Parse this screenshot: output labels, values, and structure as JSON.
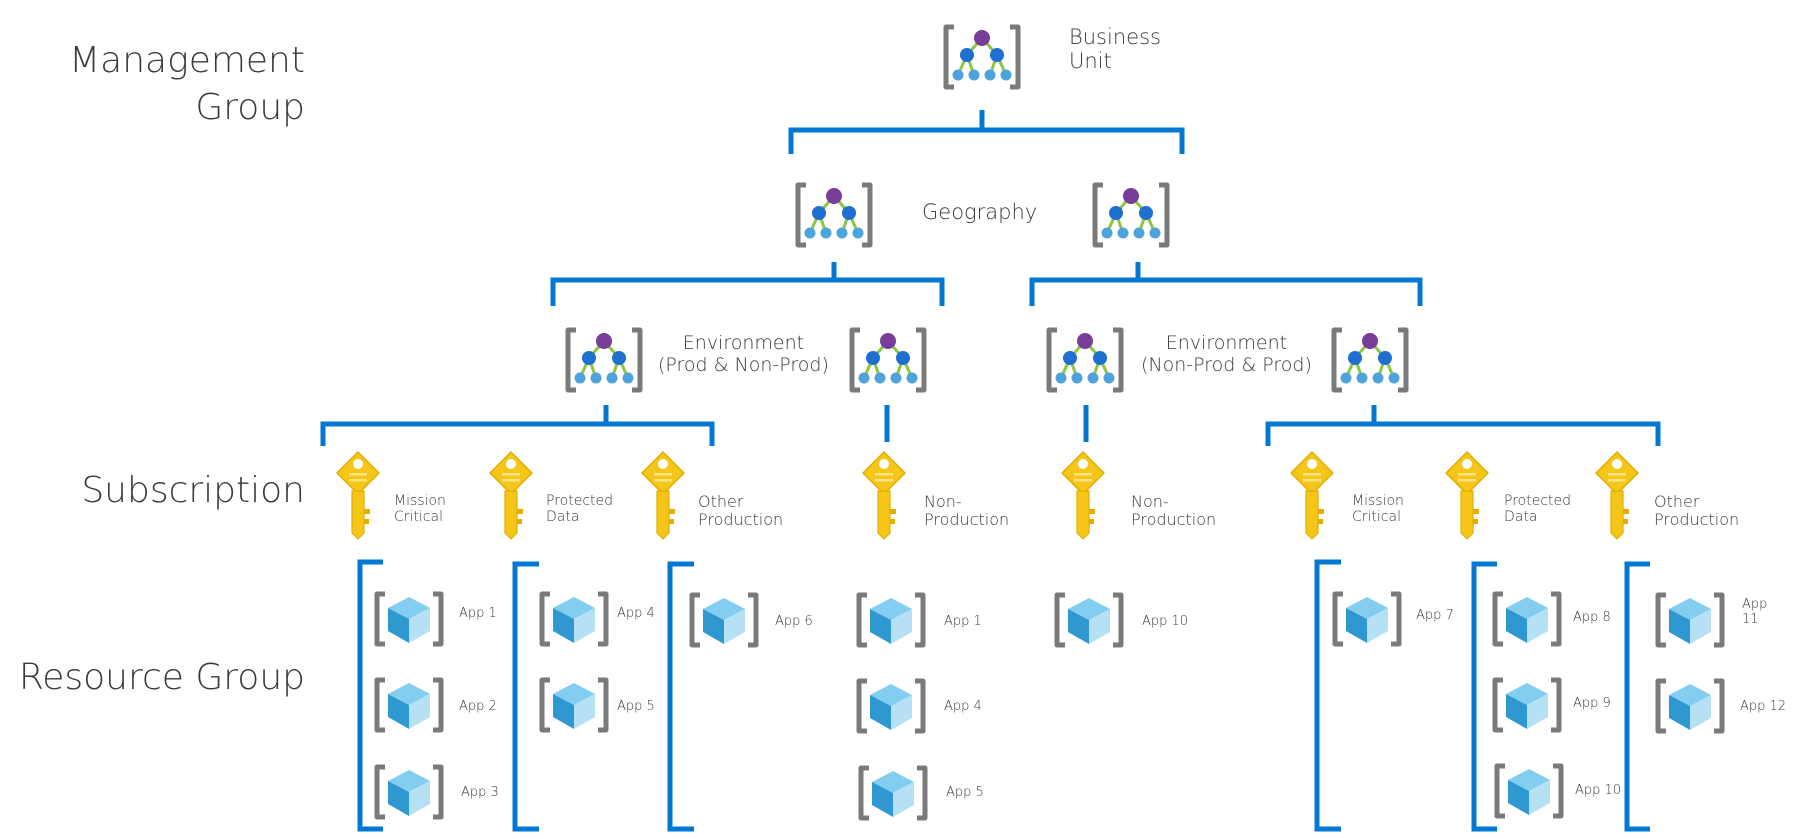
{
  "levels": {
    "management_group": [
      "Management",
      "Group"
    ],
    "subscription": "Subscription",
    "resource_group": "Resource Group"
  },
  "management_groups": {
    "business_unit": [
      "Business",
      "Unit"
    ],
    "geography": "Geography",
    "environment_left": [
      "Environment",
      "(Prod & Non-Prod)"
    ],
    "environment_right": [
      "Environment",
      "(Non-Prod & Prod)"
    ]
  },
  "subscriptions": [
    [
      "Mission",
      "Critical"
    ],
    [
      "Protected",
      "Data"
    ],
    [
      "Other",
      "Production"
    ],
    [
      "Non-",
      "Production"
    ],
    [
      "Non-",
      "Production"
    ],
    [
      "Mission",
      "Critical"
    ],
    [
      "Protected",
      "Data"
    ],
    [
      "Other",
      "Production"
    ]
  ],
  "apps": [
    "App 1",
    "App 2",
    "App 3",
    "App 4",
    "App 5",
    "App 6",
    "App 1",
    "App 4",
    "App 5",
    "App 10",
    "App 7",
    "App 8",
    "App 9",
    "App 10",
    "App 11",
    "App 12"
  ],
  "colors": {
    "connector": "#0078d4",
    "node_top": "#773d99",
    "node_mid": "#1f6fd1",
    "node_leaf": "#4ea3dc",
    "branch": "#8dc63f",
    "bracket": "#7a7a7a",
    "key": "#f5c518",
    "cube_top": "#83cef0",
    "cube_left": "#2f98d1",
    "cube_right": "#b6e1f5"
  }
}
